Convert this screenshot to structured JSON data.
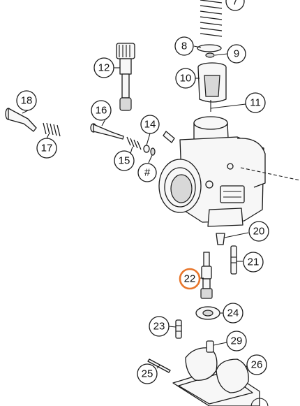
{
  "diagram": {
    "highlight_color": "#e8762b",
    "highlighted_callout": "22",
    "callouts": [
      {
        "id": "c7",
        "label": "7"
      },
      {
        "id": "c8",
        "label": "8"
      },
      {
        "id": "c9",
        "label": "9"
      },
      {
        "id": "c10",
        "label": "10"
      },
      {
        "id": "c11",
        "label": "11"
      },
      {
        "id": "c12",
        "label": "12"
      },
      {
        "id": "c14",
        "label": "14"
      },
      {
        "id": "c15",
        "label": "15"
      },
      {
        "id": "c16",
        "label": "16"
      },
      {
        "id": "c17",
        "label": "17"
      },
      {
        "id": "c18",
        "label": "18"
      },
      {
        "id": "chash",
        "label": "#"
      },
      {
        "id": "c20",
        "label": "20"
      },
      {
        "id": "c21",
        "label": "21"
      },
      {
        "id": "c22",
        "label": "22"
      },
      {
        "id": "c23",
        "label": "23"
      },
      {
        "id": "c24",
        "label": "24"
      },
      {
        "id": "c25",
        "label": "25"
      },
      {
        "id": "c26",
        "label": "26"
      },
      {
        "id": "c29",
        "label": "29"
      }
    ]
  }
}
